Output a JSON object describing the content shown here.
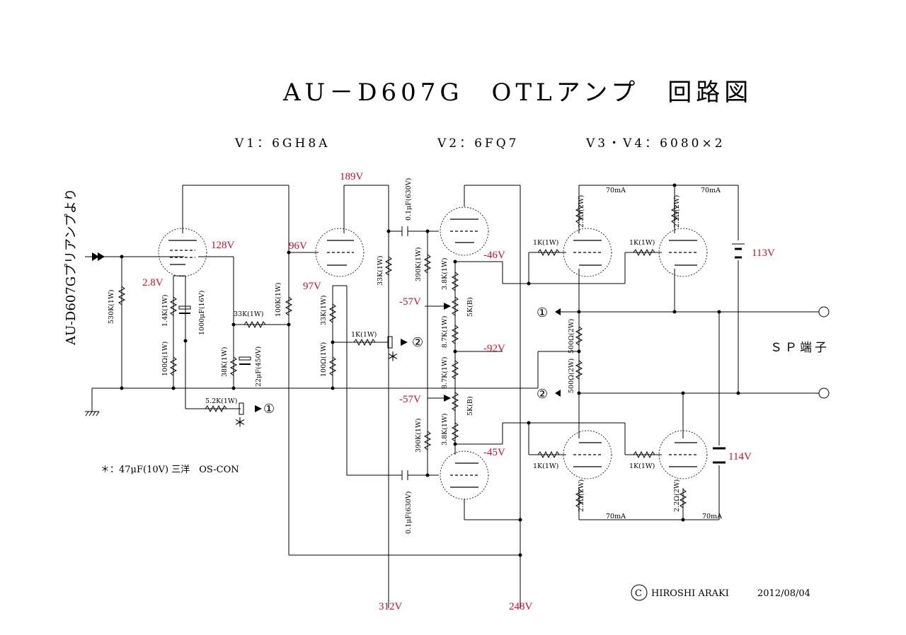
{
  "title": "AU－D607G　OTLアンプ　回路図",
  "tubes": {
    "v1": "V1：6GH8A",
    "v2": "V2：6FQ7",
    "v34": "V3・V4：6080×2"
  },
  "input_label": "AU-D607Gプリアンプより",
  "output_label": "ＳＰ端子",
  "voltages": {
    "v189": "189V",
    "v128": "128V",
    "v96": "96V",
    "v2_8": "2.8V",
    "v97": "97V",
    "v46": "-46V",
    "v57a": "-57V",
    "v92": "-92V",
    "v57b": "-57V",
    "v45": "-45V",
    "v113": "113V",
    "v114": "114V",
    "v312": "312V",
    "v248": "248V"
  },
  "components": {
    "r530k": "530K(1W)",
    "r1_4k": "1.4K(1W)",
    "c1000u": "1000μF(16V)",
    "r100a": "100Ω(1W)",
    "r33k1": "33K(1W)",
    "r100k": "100K(1W)",
    "r38k": "38K(1W)",
    "c22u": "22μF(450V)",
    "r5_2k": "5.2K(1W)",
    "r33k2": "33K(1W)",
    "r100b": "100Ω(1W)",
    "r1k_a": "1K(1W)",
    "r33k3": "33K(1W)",
    "c01a": "0.1μF(630V)",
    "r390ka": "390K(1W)",
    "r3_8ka": "3.8K(1W)",
    "r5kb_a": "5K(B)",
    "r8_7ka": "8.7K(1W)",
    "r8_7kb": "8.7K(1W)",
    "r5kb_b": "5K(B)",
    "r390kb": "390K(1W)",
    "r3_8kb": "3.8K(1W)",
    "c01b": "0.1μF(630V)",
    "r1k_b": "1K(1W)",
    "r1k_c": "1K(1W)",
    "r1k_d": "1K(1W)",
    "r1k_e": "1K(1W)",
    "r2_2a": "2.2Ω(2W)",
    "r2_2b": "2.2Ω(2W)",
    "r2_2c": "2.2Ω(2W)",
    "r2_2d": "2.2Ω(2W)",
    "r500a": "500Ω(2W)",
    "r500b": "500Ω(2W)",
    "i70a": "70mA",
    "i70b": "70mA",
    "i70c": "70mA",
    "i70d": "70mA"
  },
  "markers": {
    "one": "①",
    "two": "②",
    "star": "＊"
  },
  "note": "＊：47μF(10V) 三洋　OS-CON",
  "credit": {
    "copyright": "C",
    "author": "HIROSHI ARAKI",
    "date": "2012/08/04"
  }
}
